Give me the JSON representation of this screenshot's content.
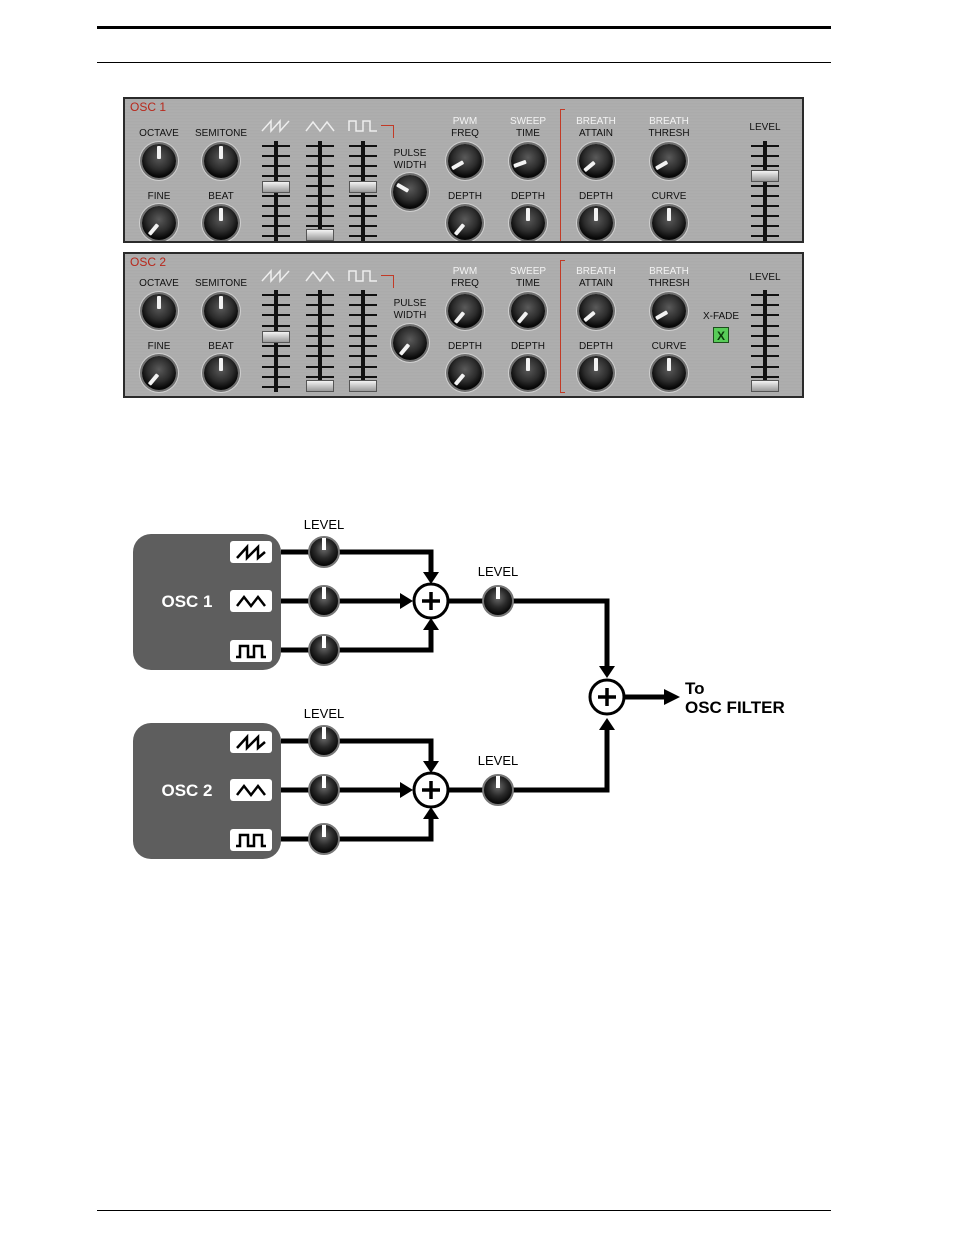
{
  "panel1": {
    "title": "OSC 1",
    "octave": "OCTAVE",
    "semitone": "SEMITONE",
    "fine": "FINE",
    "beat": "BEAT",
    "pulse_width": [
      "PULSE",
      "WIDTH"
    ],
    "pwm_freq": [
      "PWM",
      "FREQ"
    ],
    "sweep_time": [
      "SWEEP",
      "TIME"
    ],
    "depth": "DEPTH",
    "depth2": "DEPTH",
    "breath_attain": [
      "BREATH",
      "ATTAIN"
    ],
    "breath_thresh": [
      "BREATH",
      "THRESH"
    ],
    "breath_depth": "DEPTH",
    "curve": "CURVE",
    "level": "LEVEL",
    "saw_fader": 0.55,
    "tri_fader": 0.0,
    "square_fader": 0.55,
    "level_fader": 0.67
  },
  "panel2": {
    "title": "OSC 2",
    "octave": "OCTAVE",
    "semitone": "SEMITONE",
    "fine": "FINE",
    "beat": "BEAT",
    "pulse_width": [
      "PULSE",
      "WIDTH"
    ],
    "pwm_freq": [
      "PWM",
      "FREQ"
    ],
    "sweep_time": [
      "SWEEP",
      "TIME"
    ],
    "depth": "DEPTH",
    "depth2": "DEPTH",
    "breath_attain": [
      "BREATH",
      "ATTAIN"
    ],
    "breath_thresh": [
      "BREATH",
      "THRESH"
    ],
    "breath_depth": "DEPTH",
    "curve": "CURVE",
    "xfade": "X-FADE",
    "xfade_state": "X",
    "level": "LEVEL",
    "saw_fader": 0.55,
    "tri_fader": 0.0,
    "square_fader": 0.0,
    "level_fader": 0.0
  },
  "diagram": {
    "osc1": "OSC 1",
    "osc2": "OSC 2",
    "level_top": "LEVEL",
    "level_mix1": "LEVEL",
    "level_bottom": "LEVEL",
    "level_mix2": "LEVEL",
    "to": "To",
    "destination": "OSC FILTER"
  }
}
